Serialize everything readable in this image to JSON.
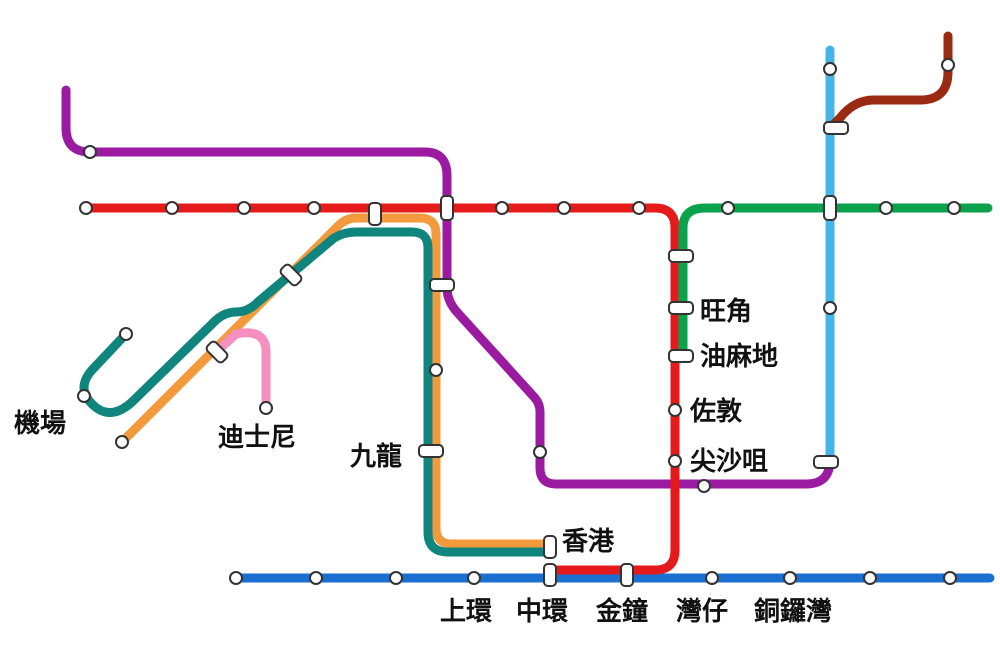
{
  "colors": {
    "island_line": "#1a6fd1",
    "tsuen_wan_line": "#e51a1a",
    "kwun_tong_line": "#0aa24a",
    "tung_chung_line": "#f39a3c",
    "airport_express": "#0f857d",
    "disneyland_resort_line": "#f48fc0",
    "tuen_ma_line": "#9a1ba0",
    "east_rail_line": "#46b4e6",
    "brown_line": "#9b2a12",
    "station_fill": "#ffffff",
    "station_stroke": "#333333"
  },
  "stations": {
    "airport": "機場",
    "disneyland": "迪士尼",
    "kowloon": "九龍",
    "hong_kong": "香港",
    "mong_kok": "旺角",
    "yau_ma_tei": "油麻地",
    "jordan": "佐敦",
    "tsim_sha_tsui": "尖沙咀",
    "sheung_wan": "上環",
    "central": "中環",
    "admiralty": "金鐘",
    "wan_chai": "灣仔",
    "causeway_bay": "銅鑼灣"
  }
}
